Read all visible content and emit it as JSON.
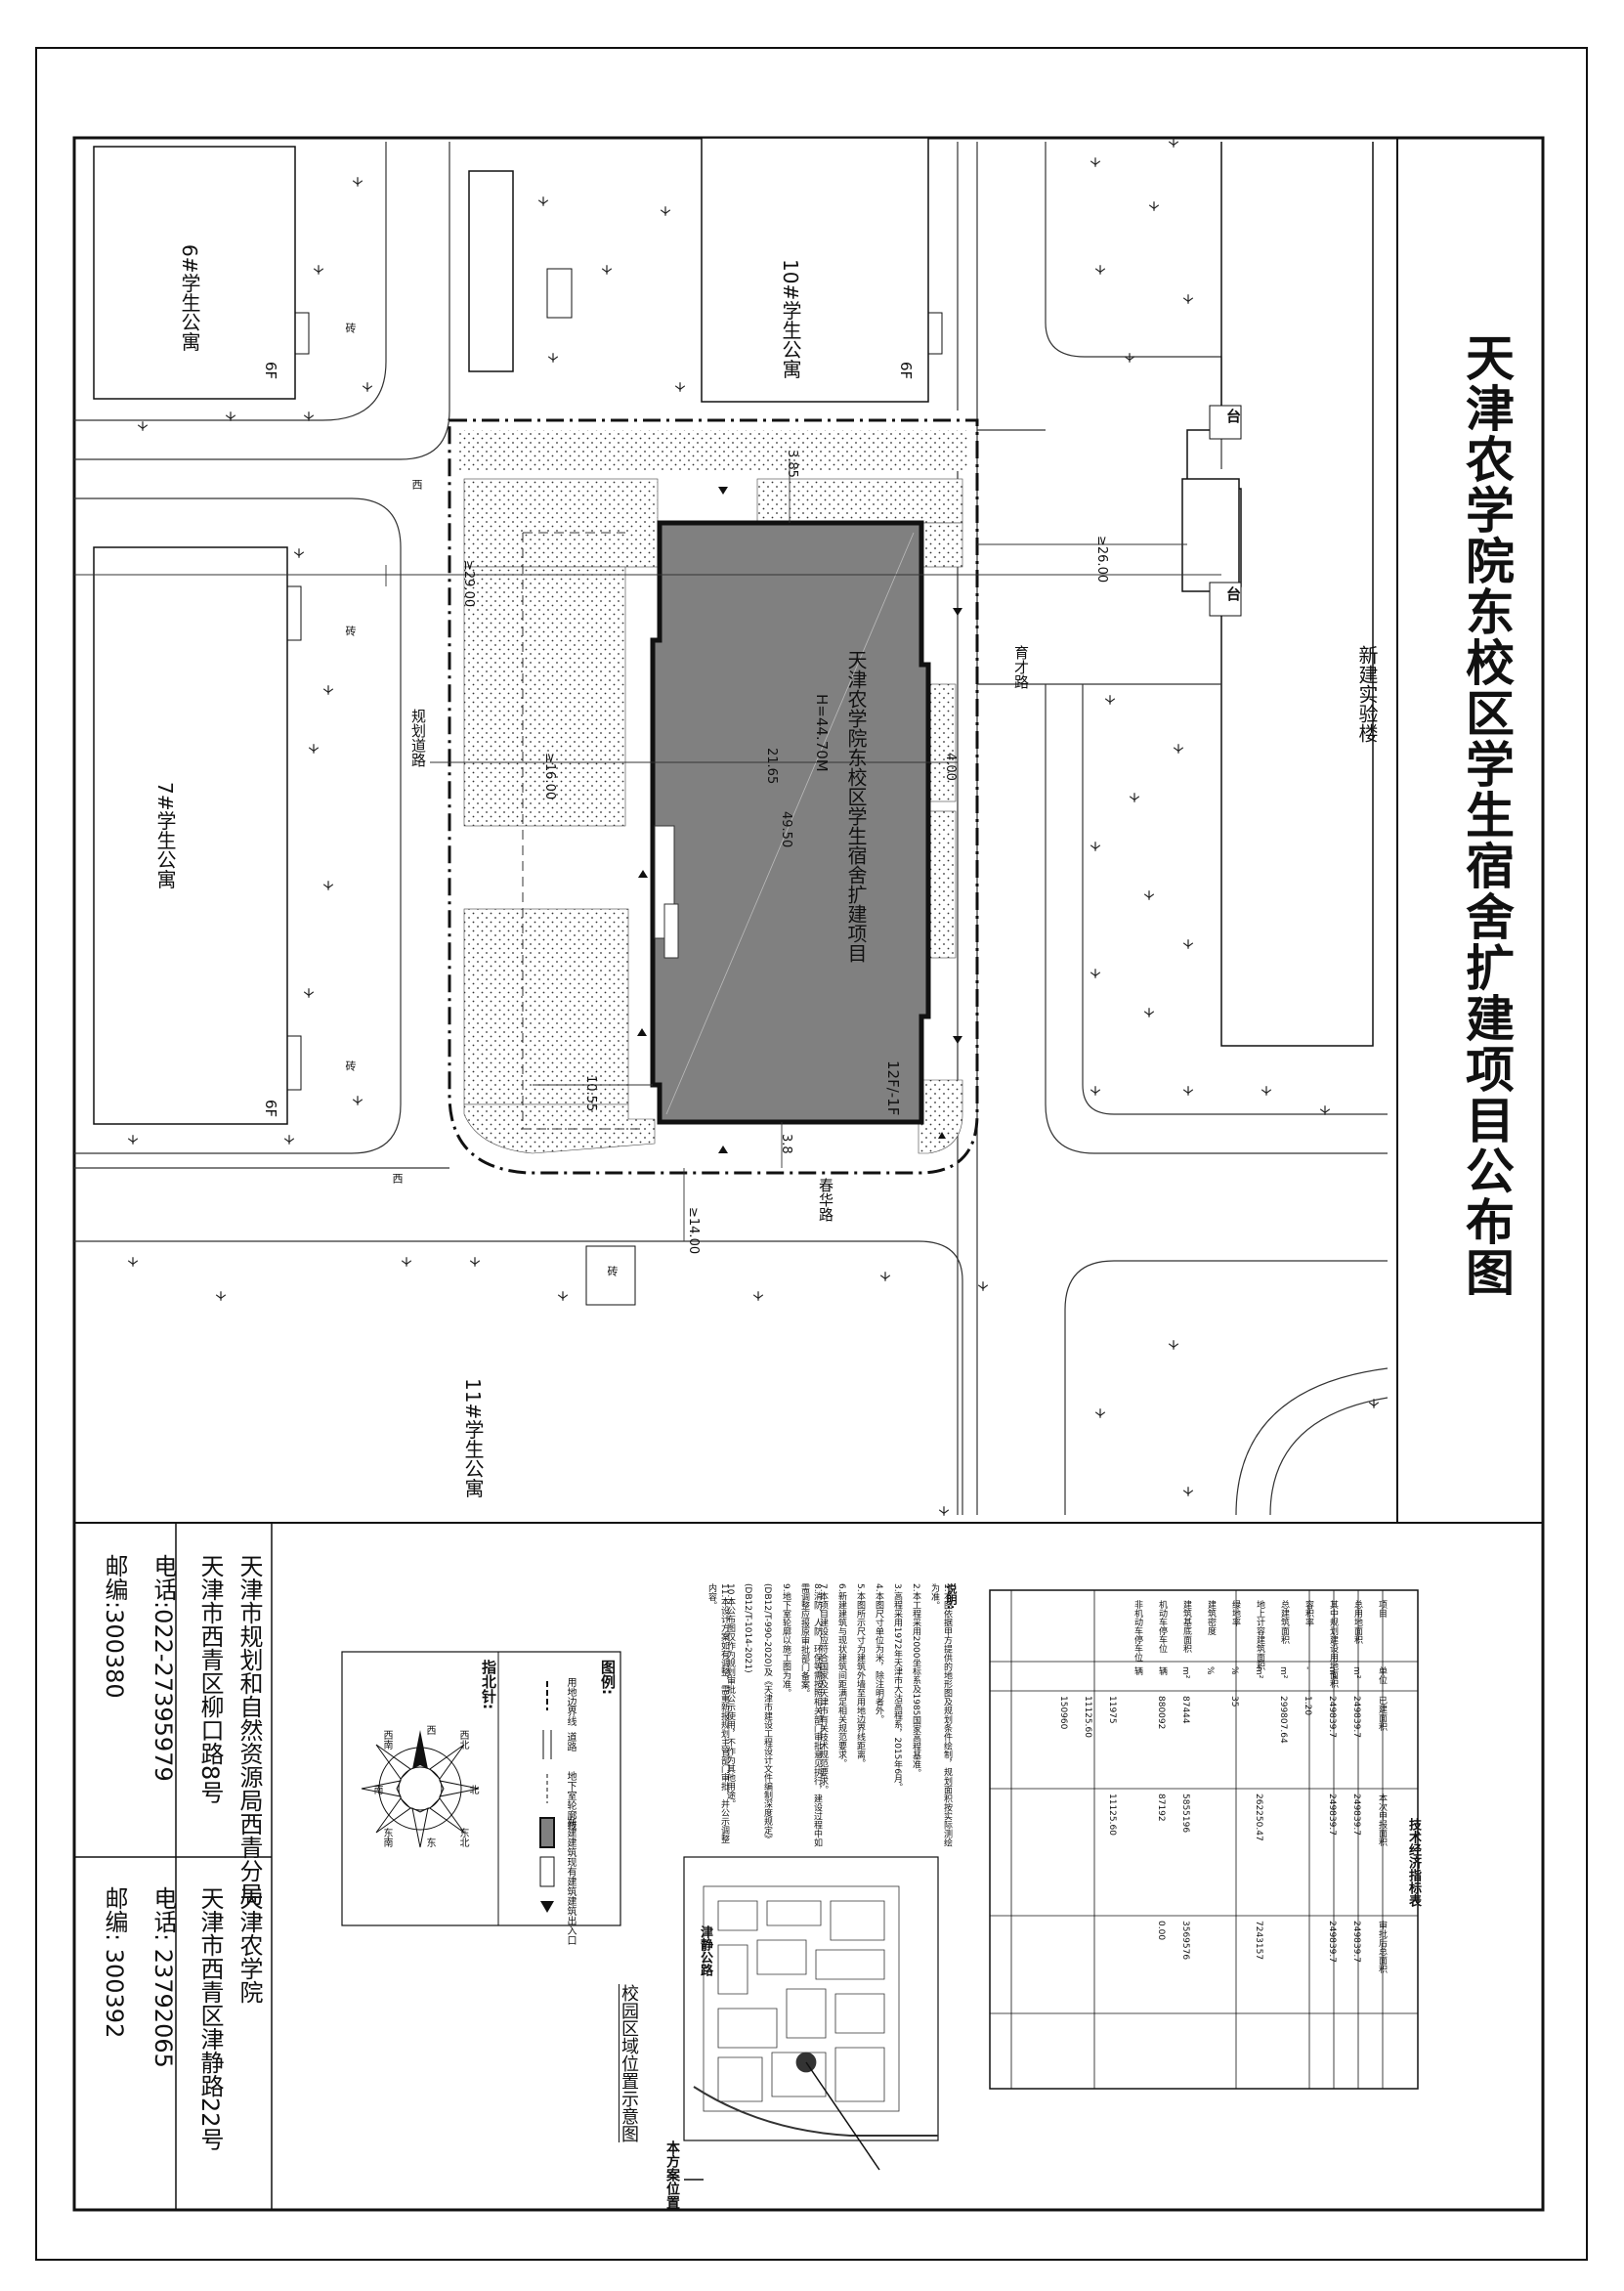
{
  "title": "天津农学院东校区学生宿舍扩建项目公布图",
  "buildings": {
    "b6": {
      "name": "6#学生公寓",
      "floors": "6F"
    },
    "b10": {
      "name": "10#学生公寓",
      "floors": "6F"
    },
    "b7": {
      "name": "7#学生公寓",
      "floors": "6F"
    },
    "b11": {
      "name": "11#学生公寓"
    },
    "lab": {
      "name": "新建实验楼"
    },
    "project": {
      "name": "天津农学院东校区学生宿舍扩建项目",
      "height": "H=44.70M",
      "floors": "12F/-1F",
      "width": "21.65",
      "length": "49.50"
    }
  },
  "roads": {
    "r1": "规划道路",
    "r2": "育才路",
    "r3": "春华路"
  },
  "dimensions": {
    "d1": "≥29.00",
    "d2": "≥26.00",
    "d3": "≥16.00",
    "d4": "≥14.00",
    "d5": "3.85",
    "d6": "4.00",
    "d7": "10.55",
    "d8": "3.8"
  },
  "labels": {
    "tai": "台",
    "zhi": "砖",
    "xi": "西",
    "legend_title": "图例:",
    "compass_title": "指北针:",
    "location_caption": "校园区域位置示意图",
    "location_here": "本方案位置",
    "location_road": "津静公路",
    "notes_title": "说明:"
  },
  "compass": {
    "n": "北",
    "ne": "东北",
    "e": "东",
    "se": "东南",
    "s": "南",
    "sw": "西南",
    "w": "西",
    "nw": "西北"
  },
  "legend": [
    {
      "label": "用地边界线"
    },
    {
      "label": "道路"
    },
    {
      "label": "地下室轮廓线"
    },
    {
      "label": "新建建筑"
    },
    {
      "label": "现有建筑"
    },
    {
      "label": "建筑出入口"
    }
  ],
  "notes": [
    "1.本图依据甲方提供的地形图及规划条件绘制，规划面积按实际测绘为准。",
    "2.本工程采用2000坐标系及1985国家高程基准。",
    "3.高程采用1972年天津市大沽高程系，2015年6月。",
    "4.本图尺寸单位为米，除注明者外。",
    "5.本图所示尺寸为建筑外墙至用地边界线距离。",
    "6.新建建筑与现状建筑间距满足相关规范要求。",
    "7.本项目建设应符合国家及天津市有关技术规范要求。",
    "8.消防、人防、环保等需按照相关部门审批意见执行，建设过程中如需调整应报原审批部门备案。",
    "9.地下室轮廓以施工图为准。",
    "(DB12/T-990-2020)及《天津市建设工程设计文件编制深度规定》",
    "(DB12/T-1014-2021)",
    "10.本公布图仅作为规划审批公示使用，不作为其他用途。",
    "11.本设计方案如有调整，需重新报规划主管部门审批，并公示调整内容。"
  ],
  "tech_table": {
    "title": "技术经济指标表",
    "header": [
      "项目",
      "单位",
      "已建面积",
      "本次申报面积",
      "审批后总面积"
    ],
    "rows": [
      [
        "总用地面积",
        "m²",
        "249839.7",
        "249839.7",
        "249839.7"
      ],
      [
        "其中规划建设用地面积",
        "m²",
        "249839.7",
        "249839.7",
        "249839.7"
      ],
      [
        "容积率",
        "-",
        "1.20",
        "",
        ""
      ],
      [
        "总建筑面积",
        "m²",
        "299807.64",
        "",
        ""
      ],
      [
        "地上计容建筑面积",
        "m²",
        "",
        "262250.47",
        "7243157"
      ],
      [
        "绿地率",
        "%",
        "35",
        "",
        ""
      ],
      [
        "建筑密度",
        "%",
        "",
        "",
        ""
      ],
      [
        "建筑基底面积",
        "m²",
        "87444",
        "5855196",
        "3569576"
      ],
      [
        "机动车停车位",
        "辆",
        "880092",
        "87192",
        "0.00"
      ],
      [
        "非机动车停车位",
        "辆",
        "",
        "",
        ""
      ],
      [
        "",
        "",
        "11975",
        "11125.60",
        ""
      ],
      [
        "",
        "",
        "11125.60",
        "",
        ""
      ],
      [
        "",
        "",
        "150960",
        "",
        ""
      ]
    ]
  },
  "contacts": {
    "left": {
      "org": "天津市规划和自然资源局西青分局",
      "addr": "天津市西青区柳口路8号",
      "tel": "电话:022-27395979",
      "zip": "邮编:300380"
    },
    "right": {
      "org": "天津农学院",
      "addr": "天津市西青区津静路22号",
      "tel": "电话: 23792065",
      "zip": "邮编: 300392"
    }
  }
}
